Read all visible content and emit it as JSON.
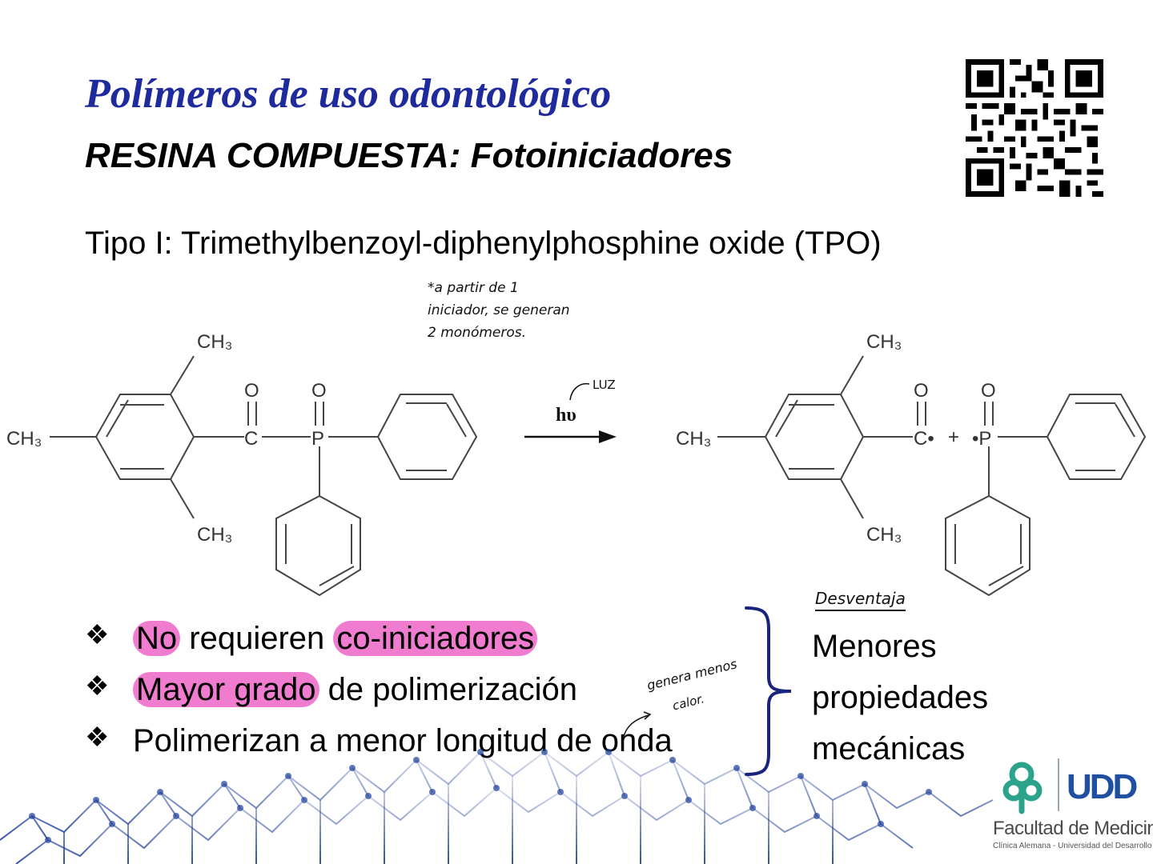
{
  "slide": {
    "title": "Polímeros de uso odontológico",
    "subtitle": "RESINA COMPUESTA: Fotoiniciadores",
    "tipo_line": "Tipo I: Trimethylbenzoyl-diphenylphosphine oxide (TPO)"
  },
  "reaction": {
    "ch3": "CH₃",
    "o": "O",
    "c": "C",
    "c_radical": "C•",
    "p": "P",
    "p_radical": "•P",
    "plus": "+",
    "hv": "hυ",
    "luz_note": "LUZ"
  },
  "notes": {
    "note_top_1": "*a partir de 1",
    "note_top_2": "iniciador, se generan",
    "note_top_3": "2 monómeros.",
    "desventaja": "Desventaja",
    "genera_menos_1": "genera menos",
    "genera_menos_2": "calor."
  },
  "bullets": {
    "b1_a": "No",
    "b1_b": " requieren ",
    "b1_c": "co-iniciadores",
    "b2_a": "Mayor grado",
    "b2_b": " de polimerización",
    "b3": "Polimerizan a menor longitud de onda"
  },
  "consequence": {
    "line1": "Menores",
    "line2": "propiedades",
    "line3": "mecánicas"
  },
  "logo": {
    "name": "UDD",
    "faculty": "Facultad de Medicina",
    "sub": "Clínica Alemana - Universidad del Desarrollo"
  },
  "colors": {
    "title": "#1f2a9c",
    "highlight": "#f07ccf",
    "brace": "#1a237e",
    "logo_green": "#2aa38a",
    "logo_blue": "#1f4fa0"
  }
}
